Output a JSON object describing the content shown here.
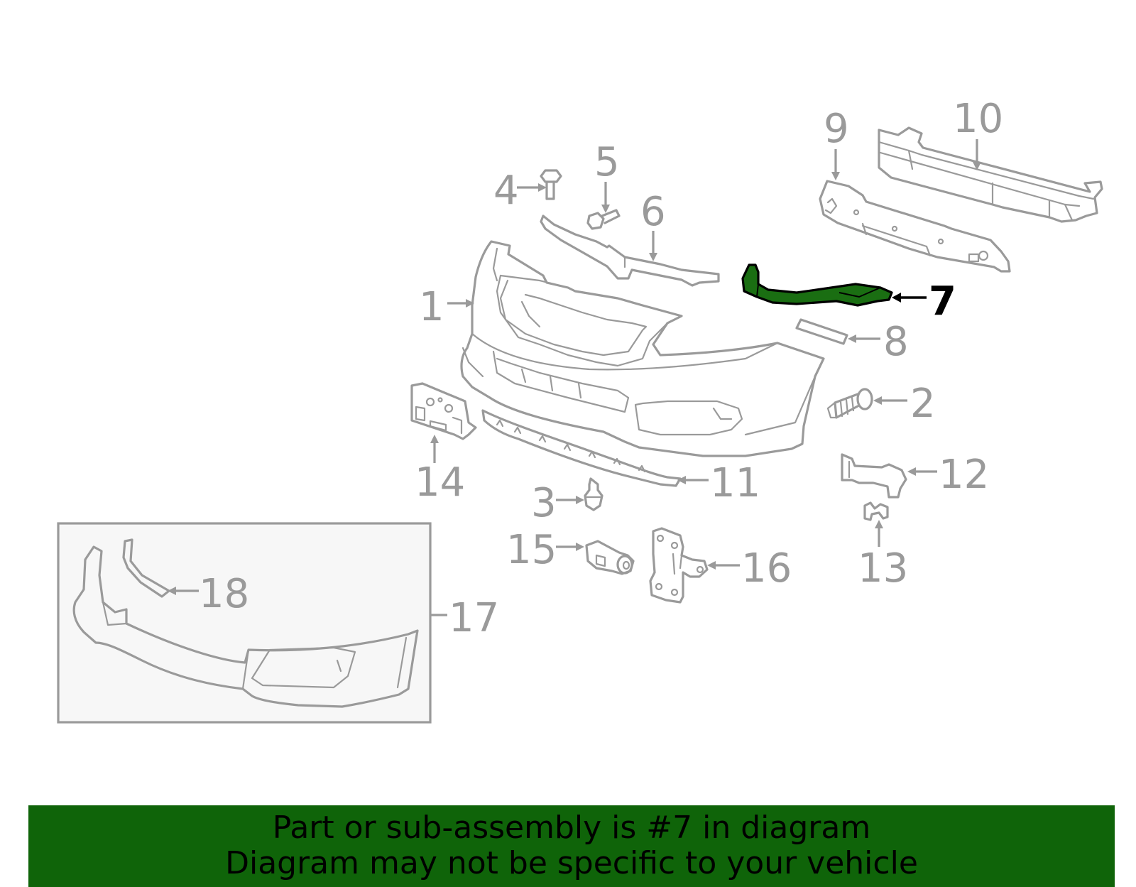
{
  "diagram": {
    "callouts": [
      {
        "label": "1"
      },
      {
        "label": "2"
      },
      {
        "label": "3"
      },
      {
        "label": "4"
      },
      {
        "label": "5"
      },
      {
        "label": "6"
      },
      {
        "label": "7"
      },
      {
        "label": "8"
      },
      {
        "label": "9"
      },
      {
        "label": "10"
      },
      {
        "label": "11"
      },
      {
        "label": "12"
      },
      {
        "label": "13"
      },
      {
        "label": "14"
      },
      {
        "label": "15"
      },
      {
        "label": "16"
      },
      {
        "label": "17"
      },
      {
        "label": "18"
      }
    ],
    "highlighted_part": "7",
    "highlight_color": "#1a6e12",
    "line_color": "#9a9a9a",
    "inset_background": "#f7f7f7"
  },
  "banner": {
    "line1": "Part or sub-assembly is #7 in diagram",
    "line2": "Diagram may not be specific to your vehicle",
    "background": "#0f6409"
  }
}
